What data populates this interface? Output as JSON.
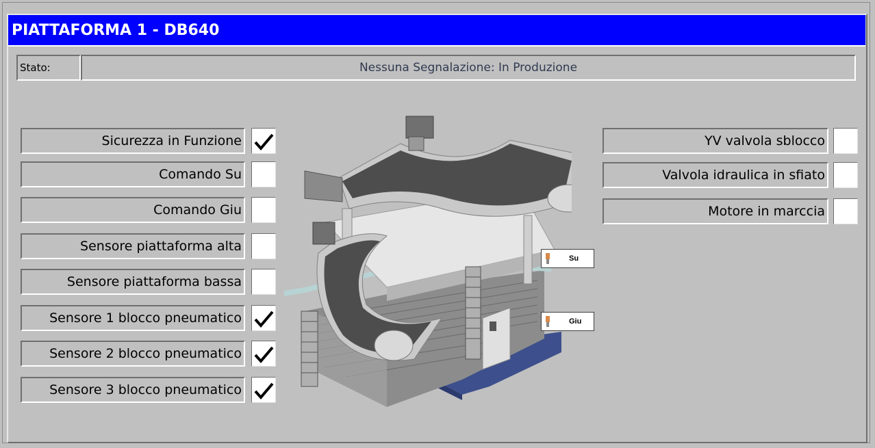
{
  "window": {
    "title": "PIATTAFORMA 1 - DB640"
  },
  "status": {
    "label": "Stato:",
    "value": "Nessuna Segnalazione:  In Produzione"
  },
  "left_signals": [
    {
      "label": "Sicurezza in Funzione",
      "checked": true
    },
    {
      "label": "Comando Su",
      "checked": false
    },
    {
      "label": "Comando Giu",
      "checked": false
    },
    {
      "label": "Sensore piattaforma alta",
      "checked": false
    },
    {
      "label": "Sensore piattaforma bassa",
      "checked": false
    },
    {
      "label": "Sensore 1 blocco pneumatico",
      "checked": true
    },
    {
      "label": "Sensore 2 blocco pneumatico",
      "checked": true
    },
    {
      "label": "Sensore 3 blocco pneumatico",
      "checked": true
    }
  ],
  "right_signals": [
    {
      "label": "YV valvola sblocco",
      "checked": false
    },
    {
      "label": "Valvola idraulica in sfiato",
      "checked": false
    },
    {
      "label": "Motore in marccia",
      "checked": false
    }
  ],
  "sensor_tags": [
    {
      "label": "Su",
      "icon": "proximity-sensor-icon"
    },
    {
      "label": "Giu",
      "icon": "proximity-sensor-icon"
    }
  ],
  "colors": {
    "title_bar": "#0000ff",
    "panel": "#c0c0c0",
    "status_text": "#303a50"
  }
}
